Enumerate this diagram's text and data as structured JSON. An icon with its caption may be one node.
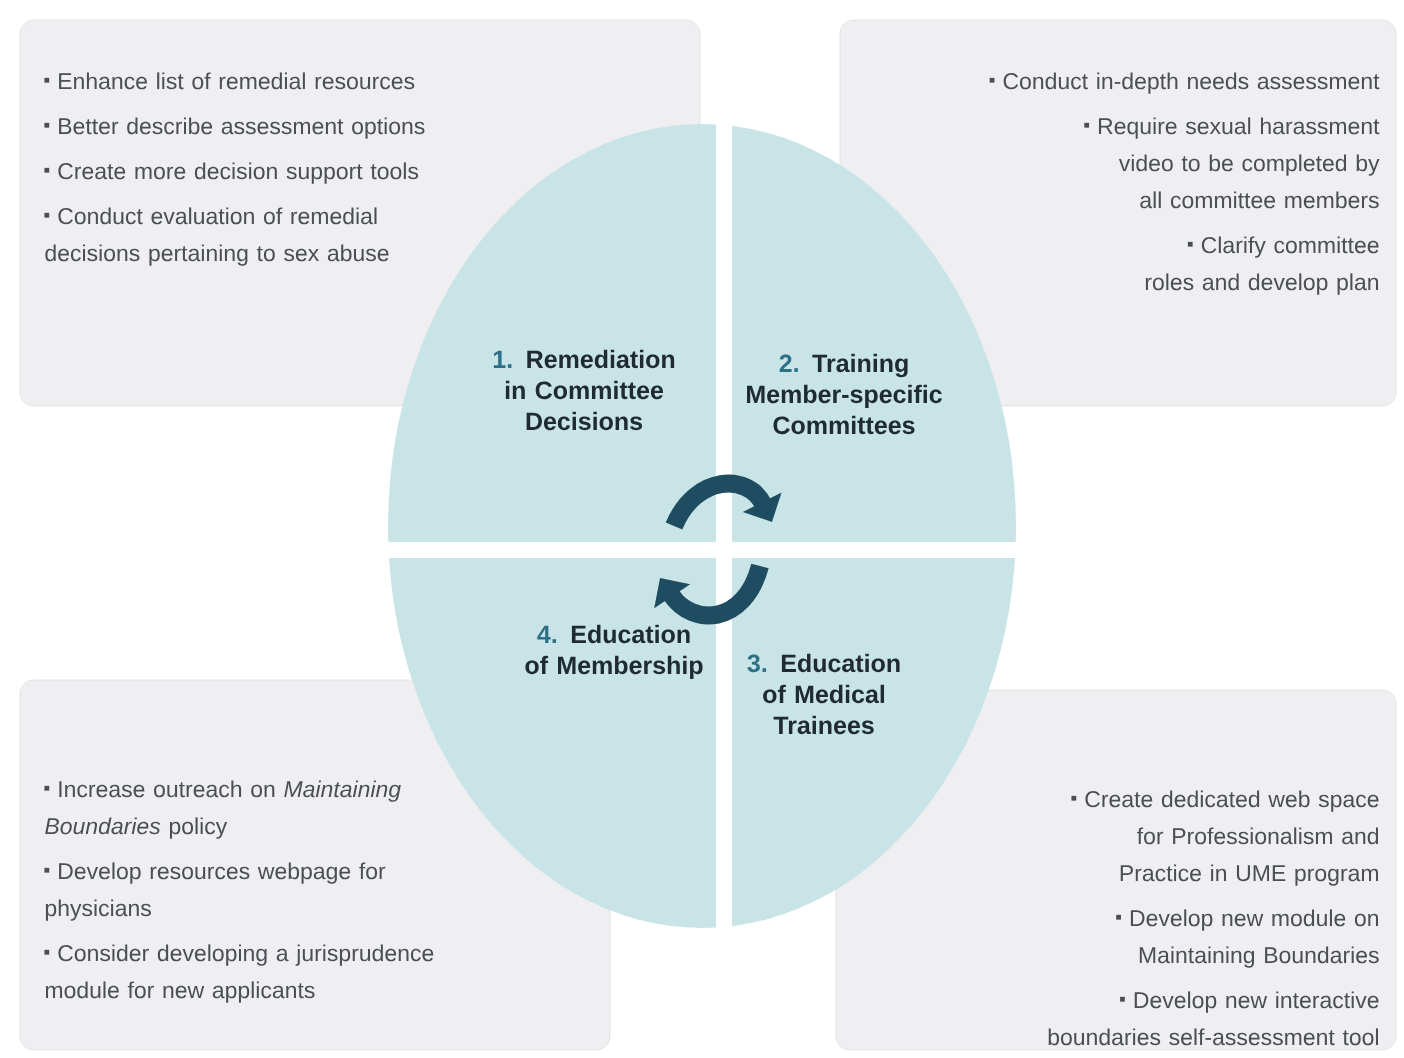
{
  "diagram": {
    "nodes": [
      {
        "text": [
          "1.",
          "Remediation in Committee Decisions"
        ]
      },
      {
        "text": [
          "2.",
          "Training Member-specific Committees"
        ]
      },
      {
        "text": [
          "3.",
          "Education of Medical Trainees"
        ]
      },
      {
        "text": [
          "4.",
          "Education of Membership"
        ]
      },
      {
        "text": [
          "Enhance list of remedial resources",
          "Better describe assessment options",
          "Create more decision support tools",
          "Conduct evaluation of remedial decisions pertaining to sex abuse"
        ]
      },
      {
        "text": [
          "Conduct in-depth needs assessment",
          "Require sexual harassment video to be completed by all committee members",
          "Clarify committee roles and develop plan"
        ]
      },
      {
        "text": [
          "Create dedicated web space for Professionalism and Practice in UME program",
          "Develop new module on Maintaining Boundaries",
          "Develop new interactive boundaries self-assessment tool"
        ]
      },
      {
        "text": [
          "Increase outreach on *Maintaining Boundaries* policy",
          "Develop resources webpage for physicians",
          "Consider developing a jurisprudence module for new applicants"
        ]
      }
    ],
    "edges": [
      {
        "from": 0,
        "to": 1,
        "arrow": "to"
      },
      {
        "from": 2,
        "to": 3,
        "arrow": "to"
      }
    ]
  }
}
